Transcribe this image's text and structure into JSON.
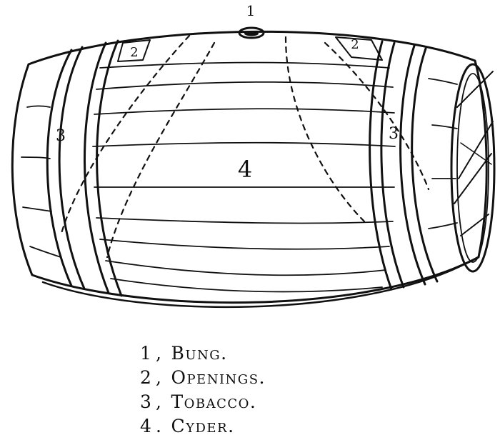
{
  "diagram": {
    "labels": {
      "bung": "1",
      "openings_left": "2",
      "openings_right": "2",
      "tobacco_left": "3",
      "tobacco_right": "3",
      "cyder": "4"
    },
    "legend": [
      {
        "num": "1",
        "sep": ",",
        "text": "Bung."
      },
      {
        "num": "2",
        "sep": ",",
        "text": "Openings."
      },
      {
        "num": "3",
        "sep": ",",
        "text": "Tobacco."
      },
      {
        "num": "4",
        "sep": ".",
        "text": "Cyder."
      }
    ]
  }
}
